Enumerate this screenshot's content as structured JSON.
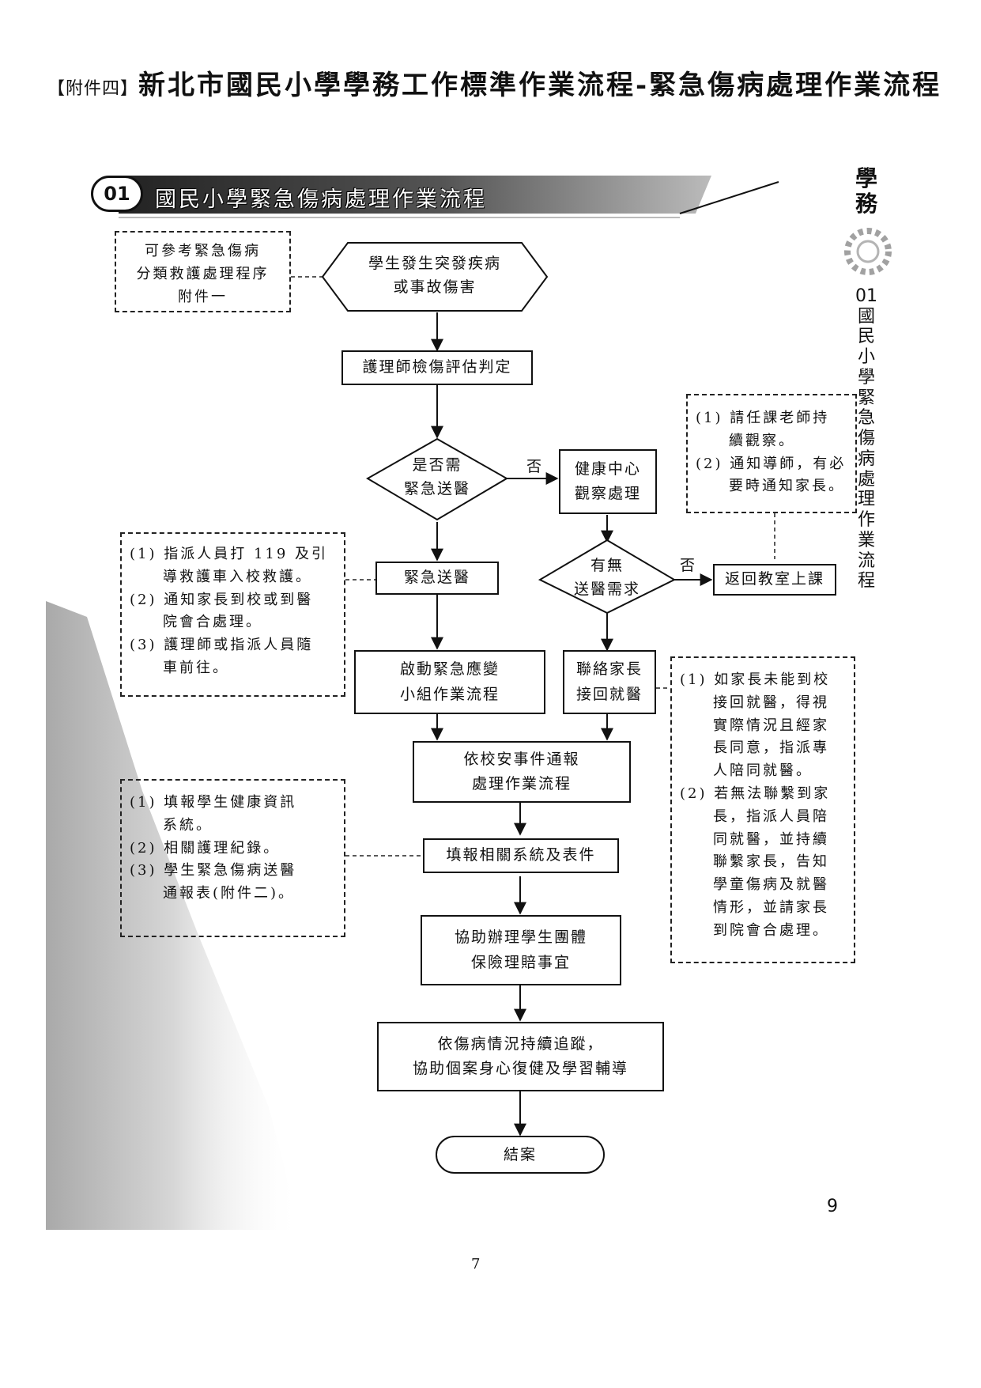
{
  "header": {
    "prefix": "【附件四】",
    "title": "新北市國民小學學務工作標準作業流程-緊急傷病處理作業流程"
  },
  "section": {
    "number": "01",
    "title": "國民小學緊急傷病處理作業流程"
  },
  "side": {
    "category": "學\n務",
    "title": "01\n國\n民\n小\n學\n緊\n急\n傷\n病\n處\n理\n作\n業\n流\n程",
    "page_number": "9"
  },
  "footer": {
    "page_number": "7"
  },
  "nodes": {
    "start": "學生發生突發疾病\n或事故傷害",
    "nurse_assess": "護理師檢傷評估判定",
    "need_emergency": "是否需\n緊急送醫",
    "health_center": "健康中心\n觀察處理",
    "emergency_send": "緊急送醫",
    "need_hospital": "有無\n送醫需求",
    "return_class": "返回教室上課",
    "activate_team": "啟動緊急應變\n小組作業流程",
    "contact_parent": "聯絡家長\n接回就醫",
    "safety_report": "依校安事件通報\n處理作業流程",
    "fill_forms": "填報相關系統及表件",
    "insurance": "協助辦理學生團體\n保險理賠事宜",
    "follow_up": "依傷病情況持續追蹤，\n協助個案身心復健及學習輔導",
    "end": "結案"
  },
  "edge_labels": {
    "no_1": "否",
    "no_2": "否"
  },
  "notes": {
    "reference": [
      "可參考緊急傷病",
      "分類救護處理程序",
      "附件一"
    ],
    "observe": [
      "(1) 請任課老師持",
      "　　續觀察。",
      "(2) 通知導師，有必",
      "　　要時通知家長。"
    ],
    "emergency": [
      "(1) 指派人員打 119 及引",
      "　　導救護車入校救護。",
      "(2) 通知家長到校或到醫",
      "　　院會合處理。",
      "(3) 護理師或指派人員隨",
      "　　車前往。"
    ],
    "parent": [
      "(1) 如家長未能到校",
      "　　接回就醫，得視",
      "　　實際情況且經家",
      "　　長同意，指派專",
      "　　人陪同就醫。",
      "(2) 若無法聯繫到家",
      "　　長，指派人員陪",
      "　　同就醫，並持續",
      "　　聯繫家長，告知",
      "　　學童傷病及就醫",
      "　　情形，並請家長",
      "　　到院會合處理。"
    ],
    "forms": [
      "(1) 填報學生健康資訊",
      "　　系統。",
      "(2) 相關護理紀錄。",
      "(3) 學生緊急傷病送醫",
      "　　通報表(附件二)。"
    ]
  }
}
